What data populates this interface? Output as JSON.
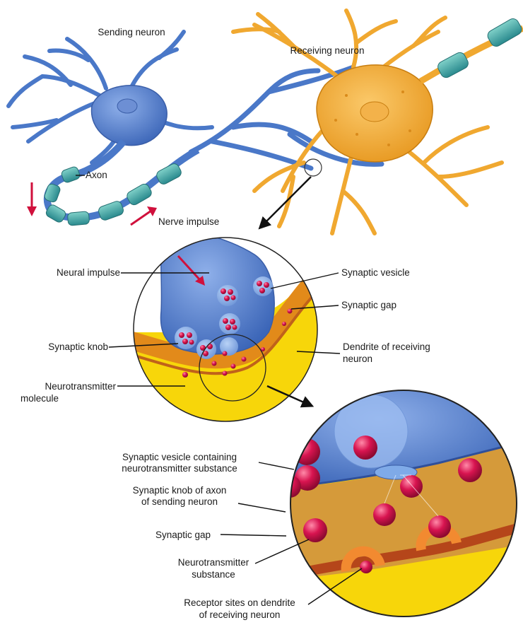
{
  "labels": {
    "sending_neuron": "Sending neuron",
    "receiving_neuron": "Receiving neuron",
    "axon": "Axon",
    "nerve_impulse": "Nerve impulse",
    "neural_impulse": "Neural impulse",
    "synaptic_vesicle": "Synaptic vesicle",
    "synaptic_gap": "Synaptic gap",
    "synaptic_knob": "Synaptic knob",
    "dendrite_of_receiving_1": "Dendrite of receiving",
    "dendrite_of_receiving_2": "neuron",
    "neurotransmitter_molecule_1": "Neurotransmitter",
    "neurotransmitter_molecule_2": "molecule",
    "vesicle_containing_1": "Synaptic vesicle containing",
    "vesicle_containing_2": "neurotransmitter substance",
    "knob_of_axon_1": "Synaptic knob of axon",
    "knob_of_axon_2": "of sending neuron",
    "synaptic_gap_2": "Synaptic gap",
    "nt_substance_1": "Neurotransmitter",
    "nt_substance_2": "substance",
    "receptor_sites_1": "Receptor sites on dendrite",
    "receptor_sites_2": "of receiving neuron"
  },
  "colors": {
    "sending_neuron": "#4a78c8",
    "receiving_neuron": "#f0a830",
    "myelin": "#3aa0a0",
    "neurotransmitter": "#c8103c",
    "dendrite_yellow": "#f7d60a",
    "impulse_arrow": "#d0103c"
  }
}
